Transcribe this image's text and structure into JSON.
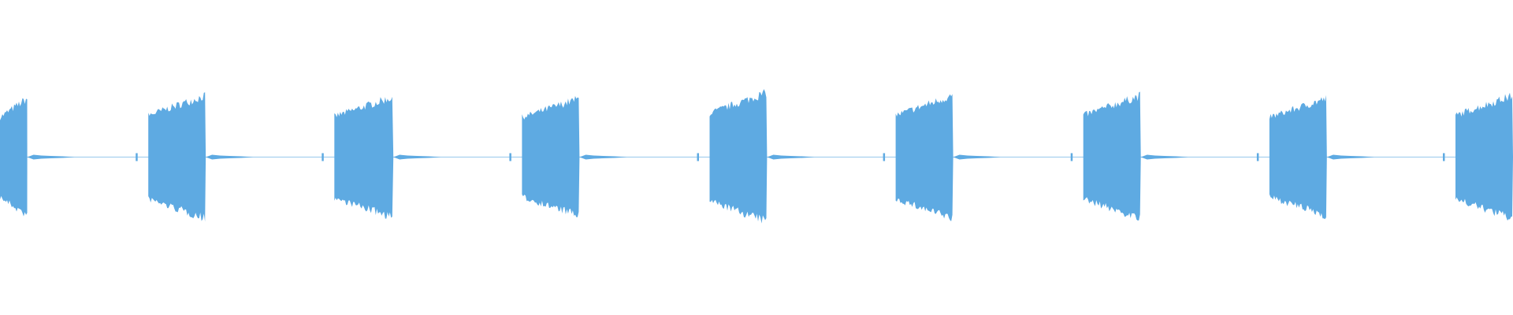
{
  "waveform": {
    "color": "#5eaae2",
    "bursts": [
      {
        "start": 0.0,
        "end": 0.018,
        "peak": 0.4
      },
      {
        "start": 0.098,
        "end": 0.136,
        "peak": 0.42
      },
      {
        "start": 0.221,
        "end": 0.26,
        "peak": 0.41
      },
      {
        "start": 0.345,
        "end": 0.383,
        "peak": 0.4
      },
      {
        "start": 0.469,
        "end": 0.507,
        "peak": 0.44
      },
      {
        "start": 0.592,
        "end": 0.63,
        "peak": 0.42
      },
      {
        "start": 0.716,
        "end": 0.754,
        "peak": 0.42
      },
      {
        "start": 0.839,
        "end": 0.877,
        "peak": 0.4
      },
      {
        "start": 0.962,
        "end": 1.0,
        "peak": 0.42
      }
    ]
  }
}
